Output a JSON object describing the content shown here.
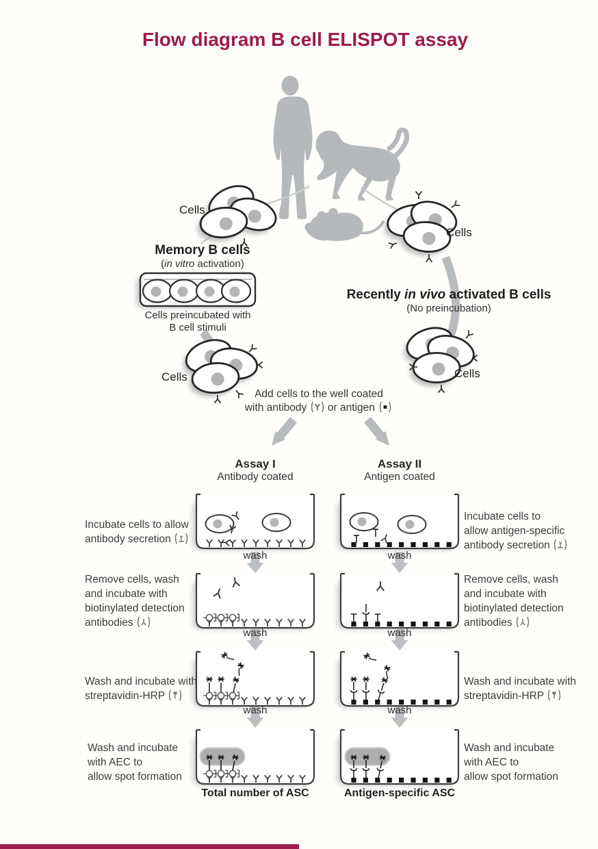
{
  "title": "Flow diagram B cell ELISPOT assay",
  "colors": {
    "accent": "#9d1c4b",
    "silhouette": "#b5b9bb",
    "arrow": "#b4b8ba"
  },
  "labels": {
    "cells_top_left": "Cells",
    "cells_top_right": "Cells",
    "cells_mid_left": "Cells",
    "cells_mid_right": "Cells",
    "memory_title": "Memory B cells",
    "memory_sub_prefix": "(",
    "memory_sub_italic": "in vitro",
    "memory_sub_suffix": "activation)",
    "tray_caption": "Cells preincubated with\nB cell stimuli",
    "recent_prefix": "Recently",
    "recent_italic": "in vivo",
    "recent_suffix": "activated B cells",
    "recent_sub": "(No preincubation)",
    "add_line1": "Add cells to the well coated",
    "add_line2_a": "with antibody",
    "add_line2_b": "or antigen",
    "wash": "wash"
  },
  "assay1": {
    "title": "Assay I",
    "subtitle": "Antibody coated",
    "result": "Total number of ASC"
  },
  "assay2": {
    "title": "Assay II",
    "subtitle": "Antigen coated",
    "result": "Antigen-specific ASC"
  },
  "steps_left": [
    {
      "text": "Incubate cells to allow\nantibody secretion",
      "symbol": "plate-bound-antibody-icon"
    },
    {
      "text": "Remove cells, wash\nand incubate with\nbiotinylated detection\nantibodies",
      "symbol": "detection-antibody-icon"
    },
    {
      "text": "Wash and incubate with\nstreptavidin-HRP",
      "symbol": "streptavidin-hrp-icon"
    },
    {
      "text": "Wash and incubate\nwith AEC to\nallow spot formation",
      "symbol": null
    }
  ],
  "steps_right": [
    {
      "text": "Incubate cells to\nallow antigen-specific\nantibody secretion",
      "symbol": "plate-bound-antibody-icon"
    },
    {
      "text": "Remove cells, wash\nand incubate with\nbiotinylated detection\nantibodies",
      "symbol": "detection-antibody-icon"
    },
    {
      "text": "Wash and incubate with\nstreptavidin-HRP",
      "symbol": "streptavidin-hrp-icon"
    },
    {
      "text": "Wash and incubate\nwith AEC to\nallow spot formation",
      "symbol": null
    }
  ],
  "icons": {
    "antibody": "antibody-y-icon",
    "antigen": "antigen-square-icon",
    "plate_antibody": "plate-bound-antibody-icon",
    "detection": "detection-antibody-icon",
    "streptavidin": "streptavidin-hrp-icon"
  }
}
